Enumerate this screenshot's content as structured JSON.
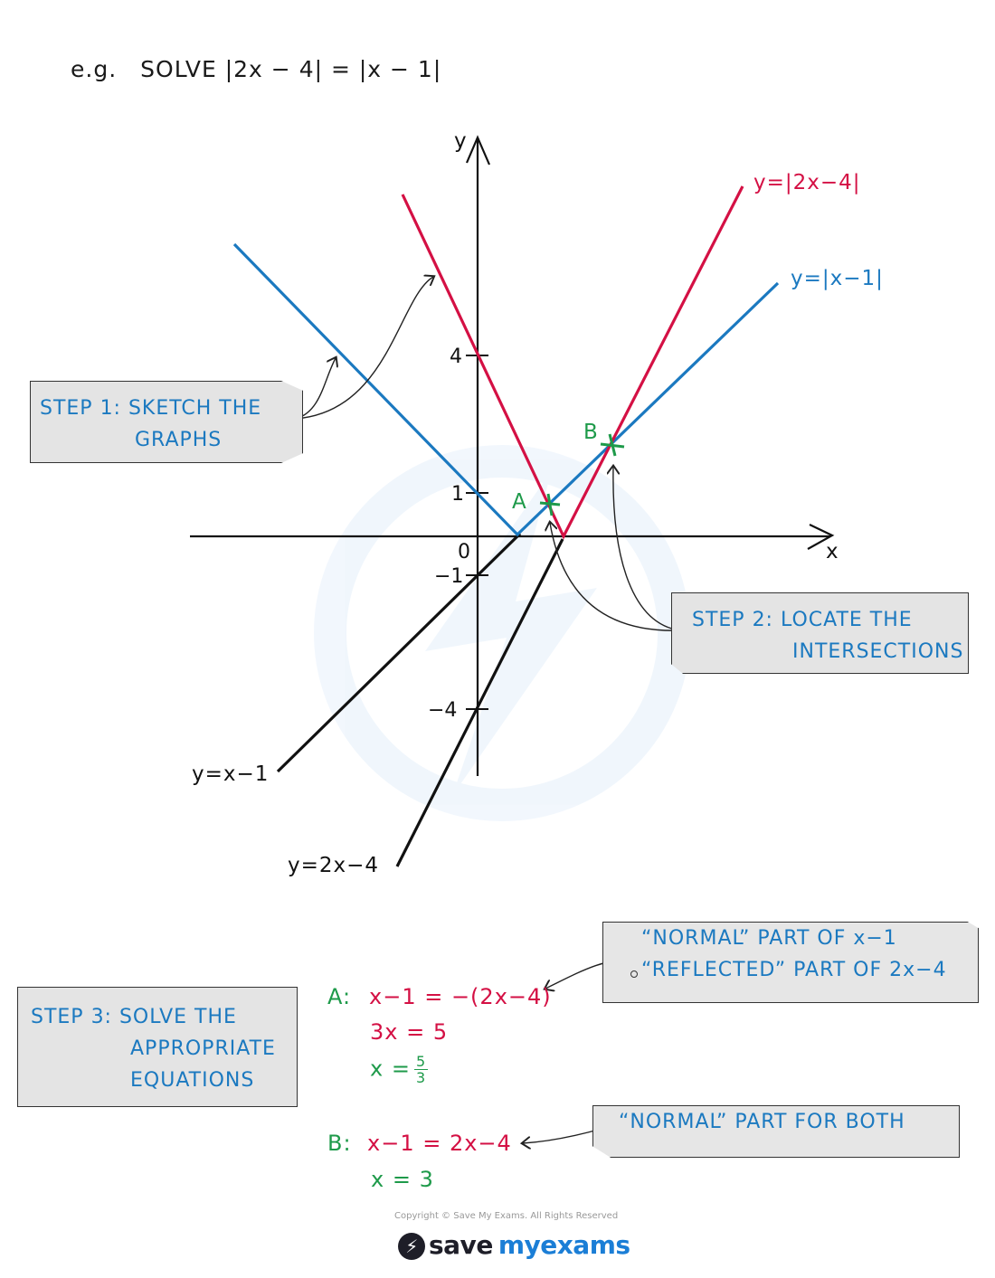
{
  "title": {
    "prefix": "e.g.",
    "text": "SOLVE  |2x − 4| = |x − 1|"
  },
  "axes": {
    "x_label": "x",
    "y_label": "y",
    "origin": "0",
    "ticks": [
      "4",
      "1",
      "−1",
      "−4"
    ]
  },
  "curves": {
    "red_label": "y=|2x−4|",
    "blue_label": "y=|x−1|",
    "black1_label": "y=x−1",
    "black2_label": "y=2x−4"
  },
  "points": {
    "A": "A",
    "B": "B"
  },
  "steps": {
    "step1_line1": "STEP 1:  SKETCH   THE",
    "step1_line2": "GRAPHS",
    "step2_line1": "STEP 2:  LOCATE   THE",
    "step2_line2": "INTERSECTIONS",
    "step3_line1": "STEP 3:  SOLVE   THE",
    "step3_line2": "APPROPRIATE",
    "step3_line3": "EQUATIONS"
  },
  "notes": {
    "a_line1": "“NORMAL”   PART   OF  x−1",
    "a_line2": "“REFLECTED”   PART   OF  2x−4",
    "b_line1": "“NORMAL”   PART   FOR   BOTH"
  },
  "working": {
    "a_label": "A:",
    "a_eq1": "x−1 = −(2x−4)",
    "a_eq2": "3x = 5",
    "a_eq3_prefix": "x =",
    "a_frac_num": "5",
    "a_frac_den": "3",
    "b_label": "B:",
    "b_eq1": "x−1 = 2x−4",
    "b_eq2": "x = 3"
  },
  "footer": {
    "copyright": "Copyright © Save My Exams. All Rights Reserved",
    "logo_part1": "save",
    "logo_part2": "my",
    "logo_part3": "exams"
  },
  "colors": {
    "red": "#d41044",
    "blue": "#1b79c0",
    "green": "#1e9a4a",
    "black": "#111111"
  }
}
